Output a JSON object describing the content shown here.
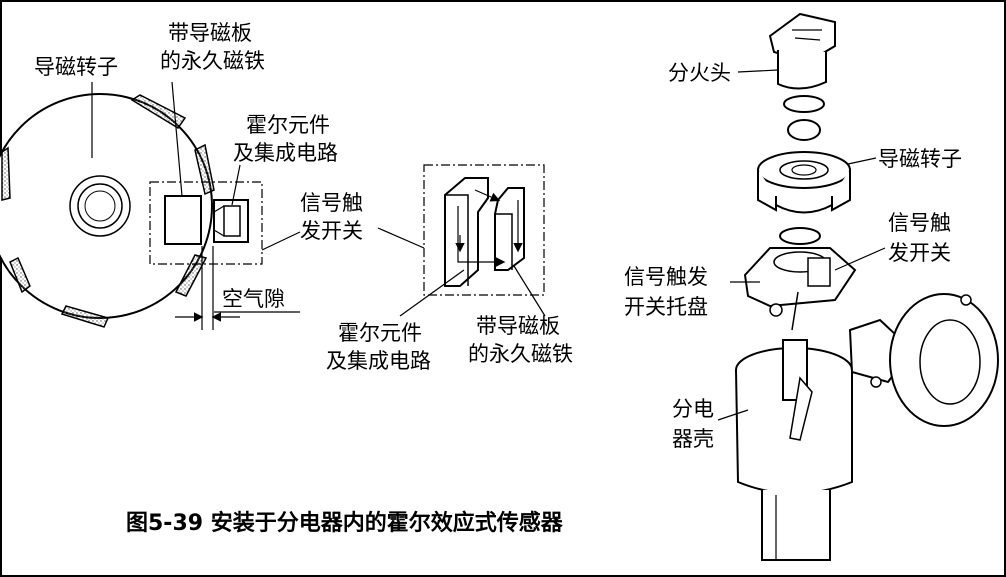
{
  "left": {
    "rotor": "导磁转子",
    "magnet_1": "带导磁板",
    "magnet_2": "的永久磁铁",
    "hall_1": "霍尔元件",
    "hall_2": "及集成电路",
    "switch_1": "信号触",
    "switch_2": "发开关",
    "gap": "空气隙"
  },
  "middle": {
    "hall_1": "霍尔元件",
    "hall_2": "及集成电路",
    "magnet_1": "带导磁板",
    "magnet_2": "的永久磁铁"
  },
  "right": {
    "cap": "分火头",
    "rotor": "导磁转子",
    "switch_1": "信号触",
    "switch_2": "发开关",
    "plate_1": "信号触发",
    "plate_2": "开关托盘",
    "housing_1": "分电",
    "housing_2": "器壳"
  },
  "caption": "图5-39  安装于分电器内的霍尔效应式传感器"
}
